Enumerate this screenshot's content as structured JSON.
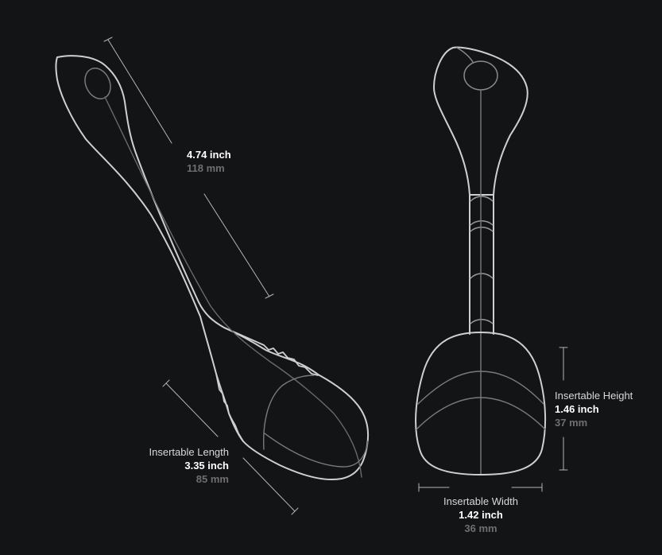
{
  "diagram": {
    "background_color": "#131416",
    "outline_color": "#cfcfcf",
    "inner_line_color": "#7a7a7a",
    "dimension_line_color": "#b5b5b5",
    "views": [
      {
        "name": "side-view",
        "description": "Angled side view of spoon-shaped device"
      },
      {
        "name": "front-view",
        "description": "Front view of spoon-shaped device"
      }
    ]
  },
  "dimensions": {
    "total_length": {
      "inch": "4.74 inch",
      "mm": "118 mm"
    },
    "insertable_length": {
      "title": "Insertable Length",
      "inch": "3.35 inch",
      "mm": "85 mm"
    },
    "insertable_height": {
      "title": "Insertable Height",
      "inch": "1.46 inch",
      "mm": "37 mm"
    },
    "insertable_width": {
      "title": "Insertable Width",
      "inch": "1.42 inch",
      "mm": "36 mm"
    }
  }
}
